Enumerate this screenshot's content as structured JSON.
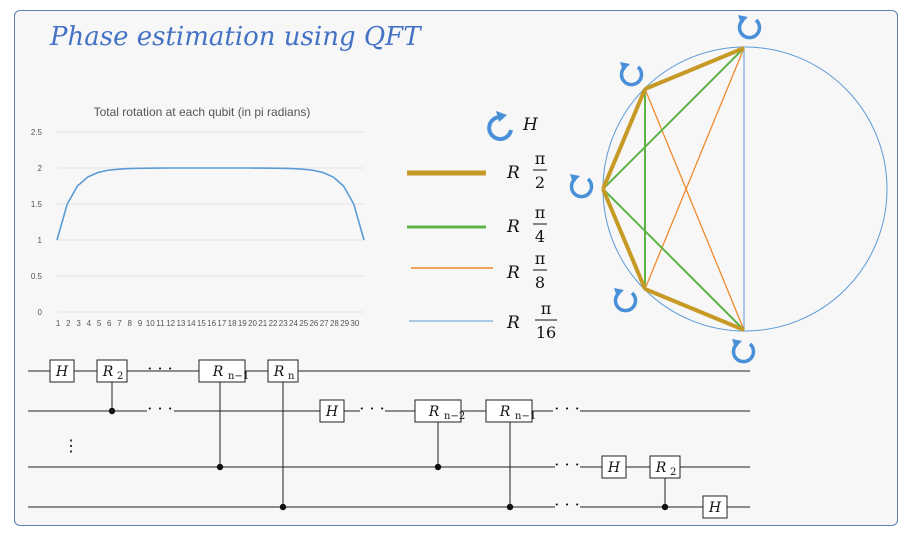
{
  "title": "Phase estimation using QFT",
  "chart_data": {
    "type": "line",
    "title": "Total rotation at each qubit (in pi radians)",
    "categories": [
      "1",
      "2",
      "3",
      "4",
      "5",
      "6",
      "7",
      "8",
      "9",
      "10",
      "11",
      "12",
      "13",
      "14",
      "15",
      "16",
      "17",
      "18",
      "19",
      "20",
      "21",
      "22",
      "23",
      "24",
      "25",
      "26",
      "27",
      "28",
      "29",
      "30"
    ],
    "yticks": [
      "0",
      "0.5",
      "1",
      "1.5",
      "2",
      "2.5"
    ],
    "ylim": [
      0,
      2.5
    ],
    "grid": true,
    "series": [
      {
        "color": "#5b9bd5",
        "values": [
          1,
          1.5,
          1.75,
          1.875,
          1.9375,
          1.96875,
          1.984,
          1.992,
          1.996,
          1.998,
          1.999,
          2,
          2,
          2,
          2,
          2,
          2,
          2,
          2,
          2,
          1.999,
          1.998,
          1.996,
          1.992,
          1.984,
          1.96875,
          1.9375,
          1.875,
          1.75,
          1.5,
          1
        ]
      }
    ]
  },
  "legend": {
    "h_label": "H",
    "r_label": "R",
    "pi": "π",
    "items": [
      {
        "color": "#c79a26",
        "denom": "2"
      },
      {
        "color": "#5cb447",
        "denom": "4"
      },
      {
        "color": "#f08a2c",
        "denom": "8"
      },
      {
        "color": "#5b9bd5",
        "denom": "16"
      }
    ]
  },
  "circuit": {
    "h": "H",
    "r": "R",
    "r2_sub": "2",
    "rn_sub": "n",
    "rn1_sub": "n−1",
    "rn2_sub": "n−2",
    "dots": "· · ·",
    "vdots": "⋮"
  },
  "colors": {
    "accent": "#4472c4",
    "line": "#5b9bd5"
  }
}
